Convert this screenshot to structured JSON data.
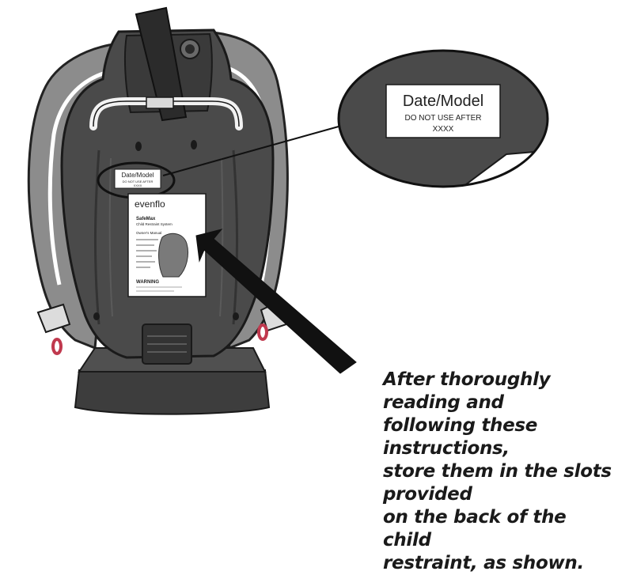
{
  "zoom_label": {
    "title": "Date/Model",
    "subtitle": "DO NOT USE AFTER",
    "value": "XXXX"
  },
  "seat_label": {
    "title": "Date/Model",
    "subtitle": "DO NOT USE AFTER",
    "value": "XXXX"
  },
  "manual": {
    "brand": "evenflo",
    "product": "SafeMax",
    "product_sub": "Child Restraint System",
    "doc_title": "Owner's Manual",
    "warning": "WARNING"
  },
  "caption": "After thoroughly reading and\nfollowing these instructions,\nstore them in the slots provided\non the back of the child\nrestraint, as shown.",
  "colors": {
    "seat_body": "#4a4a4a",
    "seat_dark": "#3a3a3a",
    "seat_frame": "#8c8c8c",
    "strap": "#2b2b2b",
    "accent_red": "#c0394e"
  }
}
